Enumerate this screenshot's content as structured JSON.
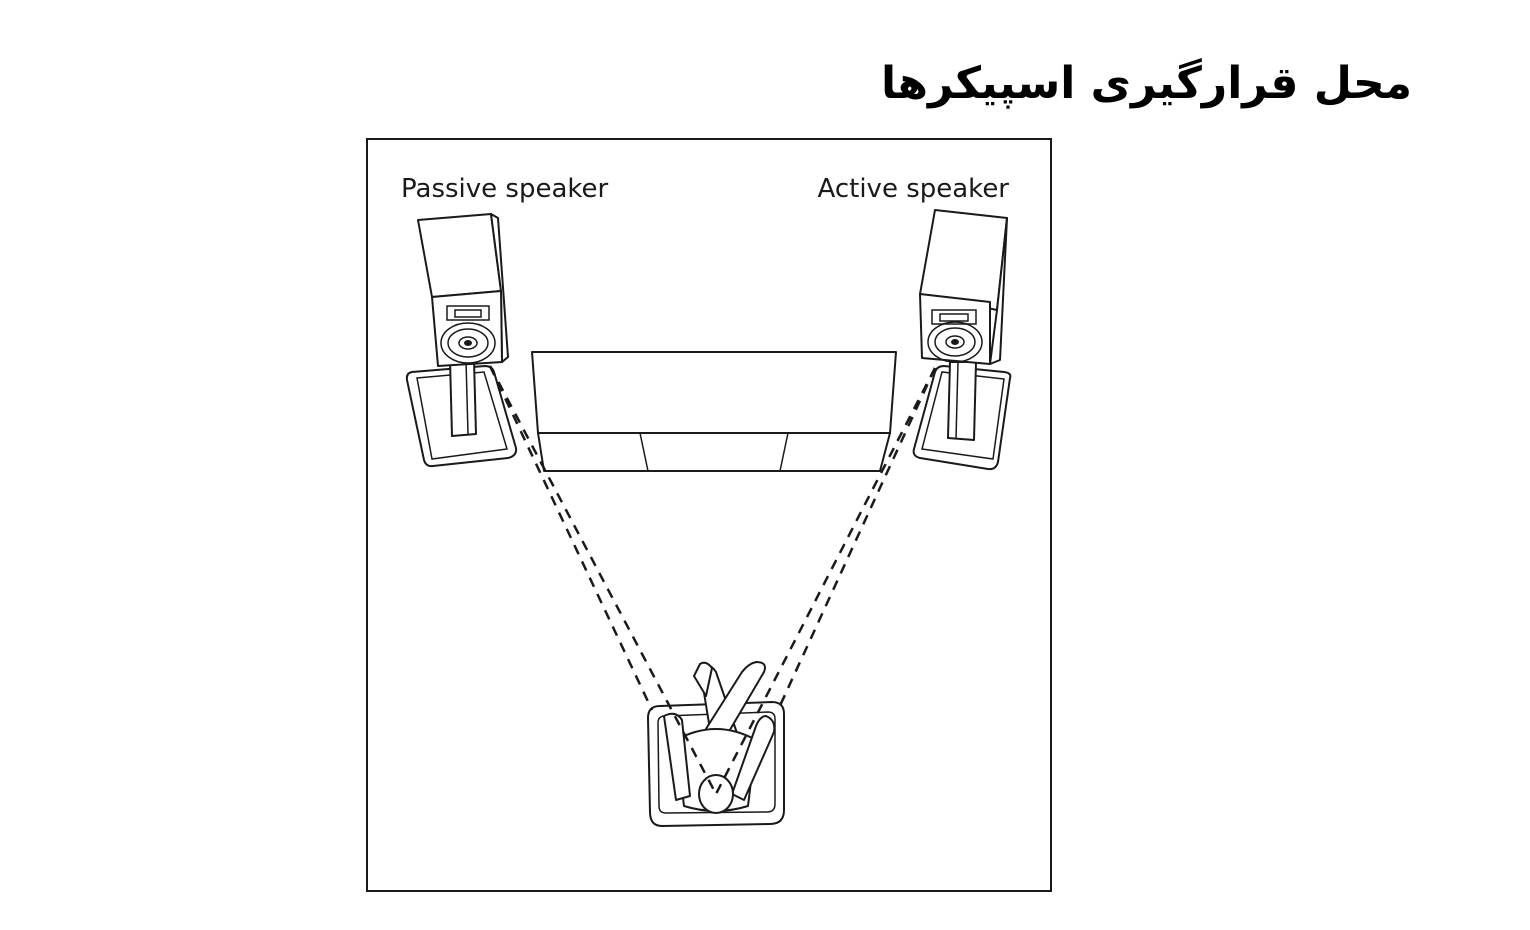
{
  "title": "محل قرارگیری اسپیکرها",
  "labels": {
    "left_speaker": "Passive speaker",
    "right_speaker": "Active speaker"
  },
  "colors": {
    "line": "#1a1a1a",
    "background": "#ffffff"
  }
}
